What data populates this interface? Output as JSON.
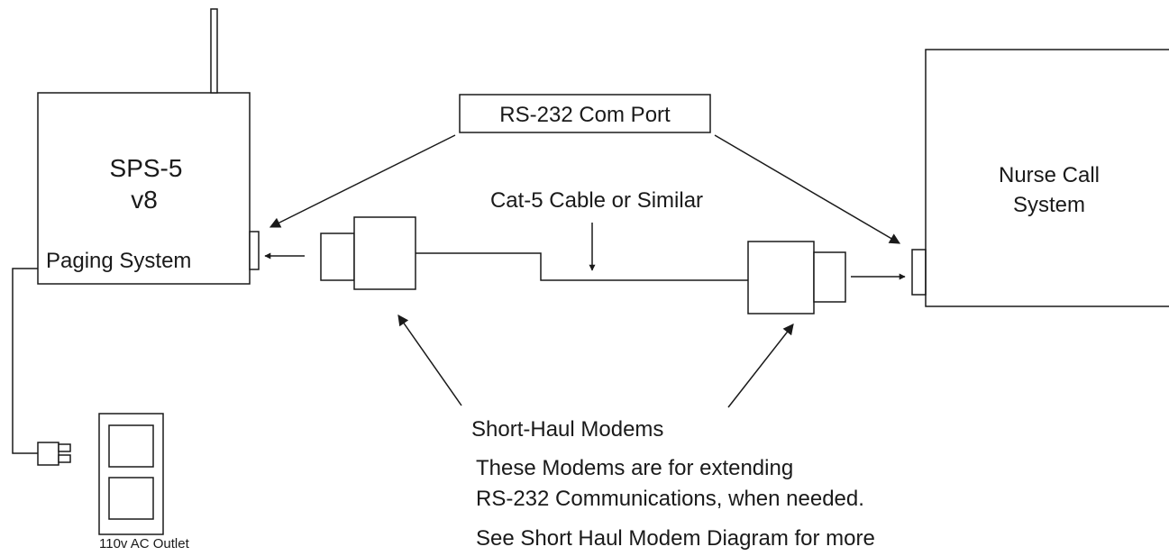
{
  "paging_system": {
    "title_line1": "SPS-5",
    "title_line2": "v8",
    "label": "Paging System"
  },
  "com_port_label": "RS-232 Com Port",
  "cable_label": "Cat-5 Cable or Similar",
  "nurse_call": {
    "line1": "Nurse Call",
    "line2": "System"
  },
  "modems": {
    "title": "Short-Haul Modems",
    "description_line1": "These Modems are for extending",
    "description_line2": "RS-232 Communications, when needed.",
    "reference": "See Short Haul Modem Diagram for more"
  },
  "outlet_label": "110v AC Outlet",
  "colors": {
    "line": "#1a1a1a",
    "background": "#ffffff"
  }
}
